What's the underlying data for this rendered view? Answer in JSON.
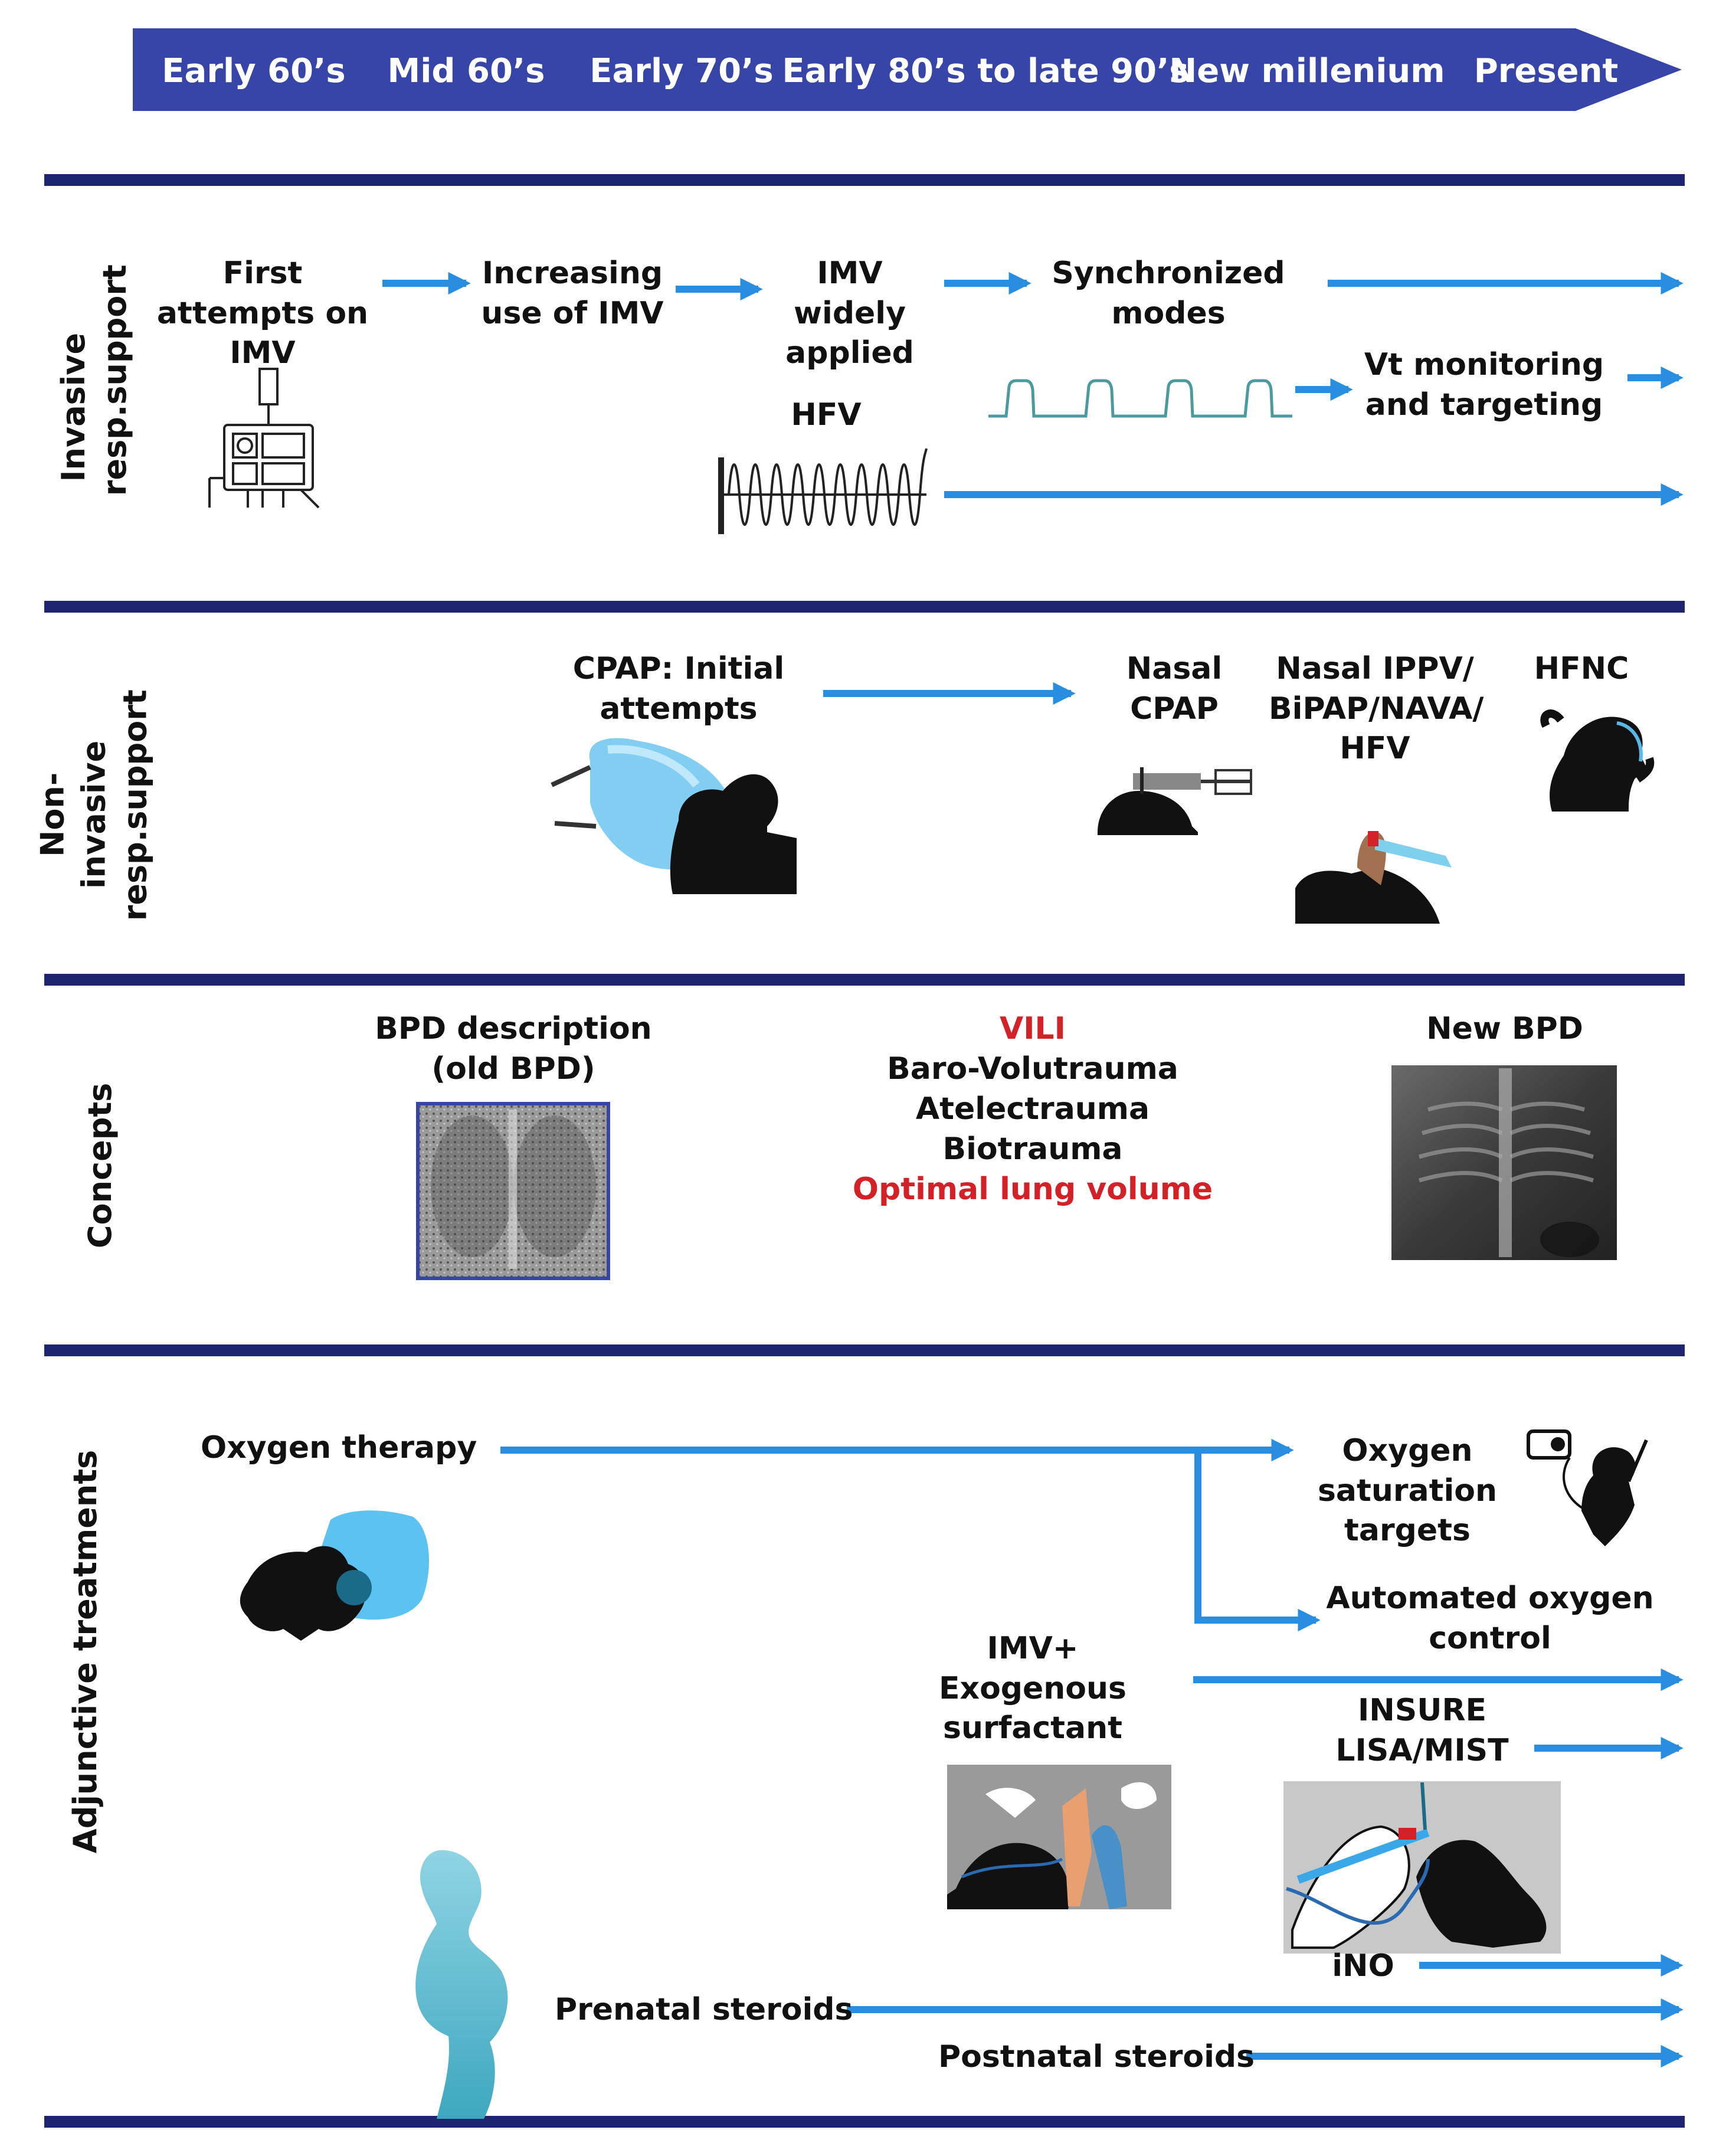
{
  "timeline": {
    "periods": [
      "Early 60’s",
      "Mid 60’s",
      "Early 70’s",
      "Early 80’s to late 90’s",
      "New millenium",
      "Present"
    ],
    "bar_color": "#3744a8"
  },
  "colors": {
    "divider": "#1f2470",
    "arrow": "#2a8ee0",
    "accent_red": "#d42027"
  },
  "sections": {
    "invasive": {
      "label": "Invasive resp.support",
      "first_attempts": "First attempts on IMV",
      "increasing": "Increasing use of IMV",
      "widely": "IMV widely applied",
      "synchronized": "Synchronized modes",
      "vt": "Vt monitoring and targeting",
      "hfv": "HFV"
    },
    "noninvasive": {
      "label": "Non-invasive resp.support",
      "cpap": "CPAP: Initial attempts",
      "nasal_cpap": "Nasal CPAP",
      "nasal_ippv": "Nasal IPPV/ BiPAP/NAVA/ HFV",
      "hfnc": "HFNC"
    },
    "concepts": {
      "label": "Concepts",
      "bpd_old_1": "BPD description",
      "bpd_old_2": "(old BPD)",
      "vili": "VILI",
      "baro": "Baro-Volutrauma",
      "atelec": "Atelectrauma",
      "bio": "Biotrauma",
      "optimal": "Optimal lung volume",
      "new_bpd": "New BPD"
    },
    "adjunctive": {
      "label": "Adjunctive treatments",
      "oxygen": "Oxygen therapy",
      "o2_targets": "Oxygen saturation targets",
      "automated": "Automated oxygen control",
      "surfactant": "IMV+ Exogenous surfactant",
      "insure": "INSURE",
      "lisa": "LISA/MIST",
      "ino": "iNO",
      "prenatal": "Prenatal steroids",
      "postnatal": "Postnatal steroids"
    }
  },
  "icons": [
    "ventilator-icon",
    "hfv-oscillation-waveform",
    "synchronized-waveform",
    "infant-cpap-icon",
    "nasal-cpap-icon",
    "nasal-ippv-icon",
    "hfnc-infant-icon",
    "old-bpd-xray",
    "new-bpd-xray",
    "oxygen-hood-infant-icon",
    "saturation-monitor-infant-icon",
    "surfactant-intubation-icon",
    "lisa-procedure-icon",
    "pregnant-woman-icon"
  ]
}
